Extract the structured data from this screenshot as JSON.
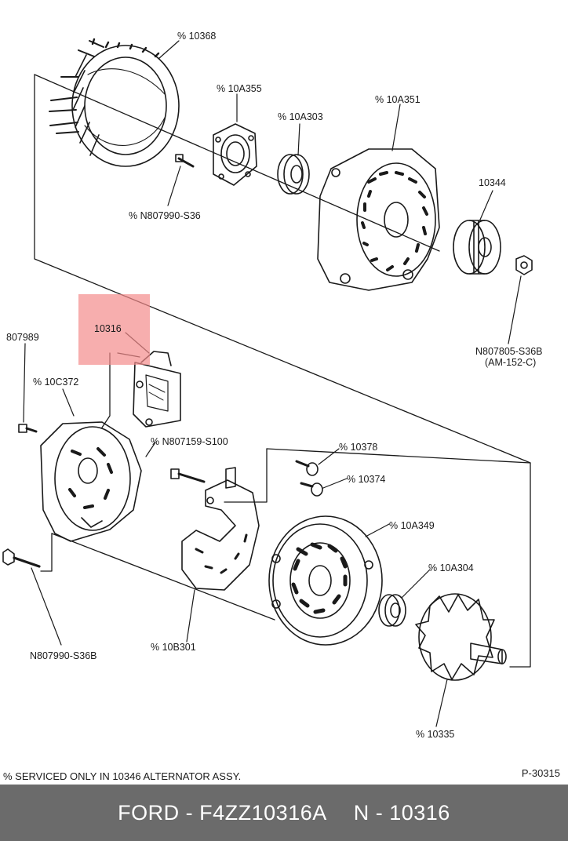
{
  "highlight": {
    "color": "#f38b8b",
    "part": "10316"
  },
  "labels": {
    "p10368": "% 10368",
    "p10A355": "% 10A355",
    "p10A351": "% 10A351",
    "p10A303": "% 10A303",
    "n807990_top": "% N807990-S36",
    "p10344": "10344",
    "n807805": "N807805-S36B",
    "am152": "(AM-152-C)",
    "p10316": "10316",
    "p807989": "807989",
    "p10C372": "% 10C372",
    "n807159": "% N807159-S100",
    "p10378": "% 10378",
    "p10374": "% 10374",
    "p10A349": "% 10A349",
    "p10A304": "% 10A304",
    "n807990_bottom": "N807990-S36B",
    "p10B301": "% 10B301",
    "p10335": "% 10335"
  },
  "note": "% SERVICED ONLY IN 10346 ALTERNATOR ASSY.",
  "drawing_code": "P-30315",
  "footer": {
    "brand": "FORD - F4ZZ10316A",
    "number": "N - 10316"
  }
}
